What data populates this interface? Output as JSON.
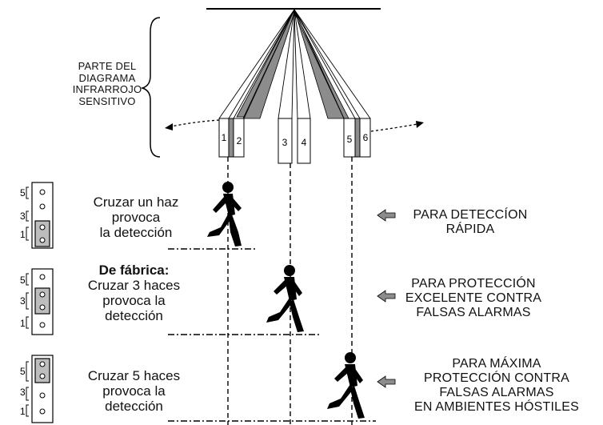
{
  "sensor_label": "PARTE DEL\nDIAGRAMA\nINFRARROJO\nSENSITIVO",
  "beams": [
    "1",
    "2",
    "3",
    "4",
    "5",
    "6"
  ],
  "rows": [
    {
      "bold": "",
      "text": "Cruzar un haz\nprovoca\nla detección",
      "note": "PARA DETECCÍON\nRÁPIDA",
      "jumper_labels": [
        "5",
        "3",
        "1"
      ],
      "jumper_position": "1"
    },
    {
      "bold": "De fábrica:",
      "text": "Cruzar 3 haces\nprovoca la\ndetección",
      "note": "PARA PROTECCIÓN\nEXCELENTE CONTRA\nFALSAS ALARMAS",
      "jumper_labels": [
        "5",
        "3",
        "1"
      ],
      "jumper_position": "3"
    },
    {
      "bold": "",
      "text": "Cruzar 5 haces\nprovoca la\ndetección",
      "note": "PARA MÁXIMA\nPROTECCIÓN CONTRA\nFALSAS ALARMAS\nEN AMBIENTES HÓSTILES",
      "jumper_labels": [
        "5",
        "3",
        "1"
      ],
      "jumper_position": "5"
    }
  ],
  "colors": {
    "beam_gray": "#8c8c8c",
    "jumper_gray": "#bdbdbd",
    "line": "#000000"
  }
}
